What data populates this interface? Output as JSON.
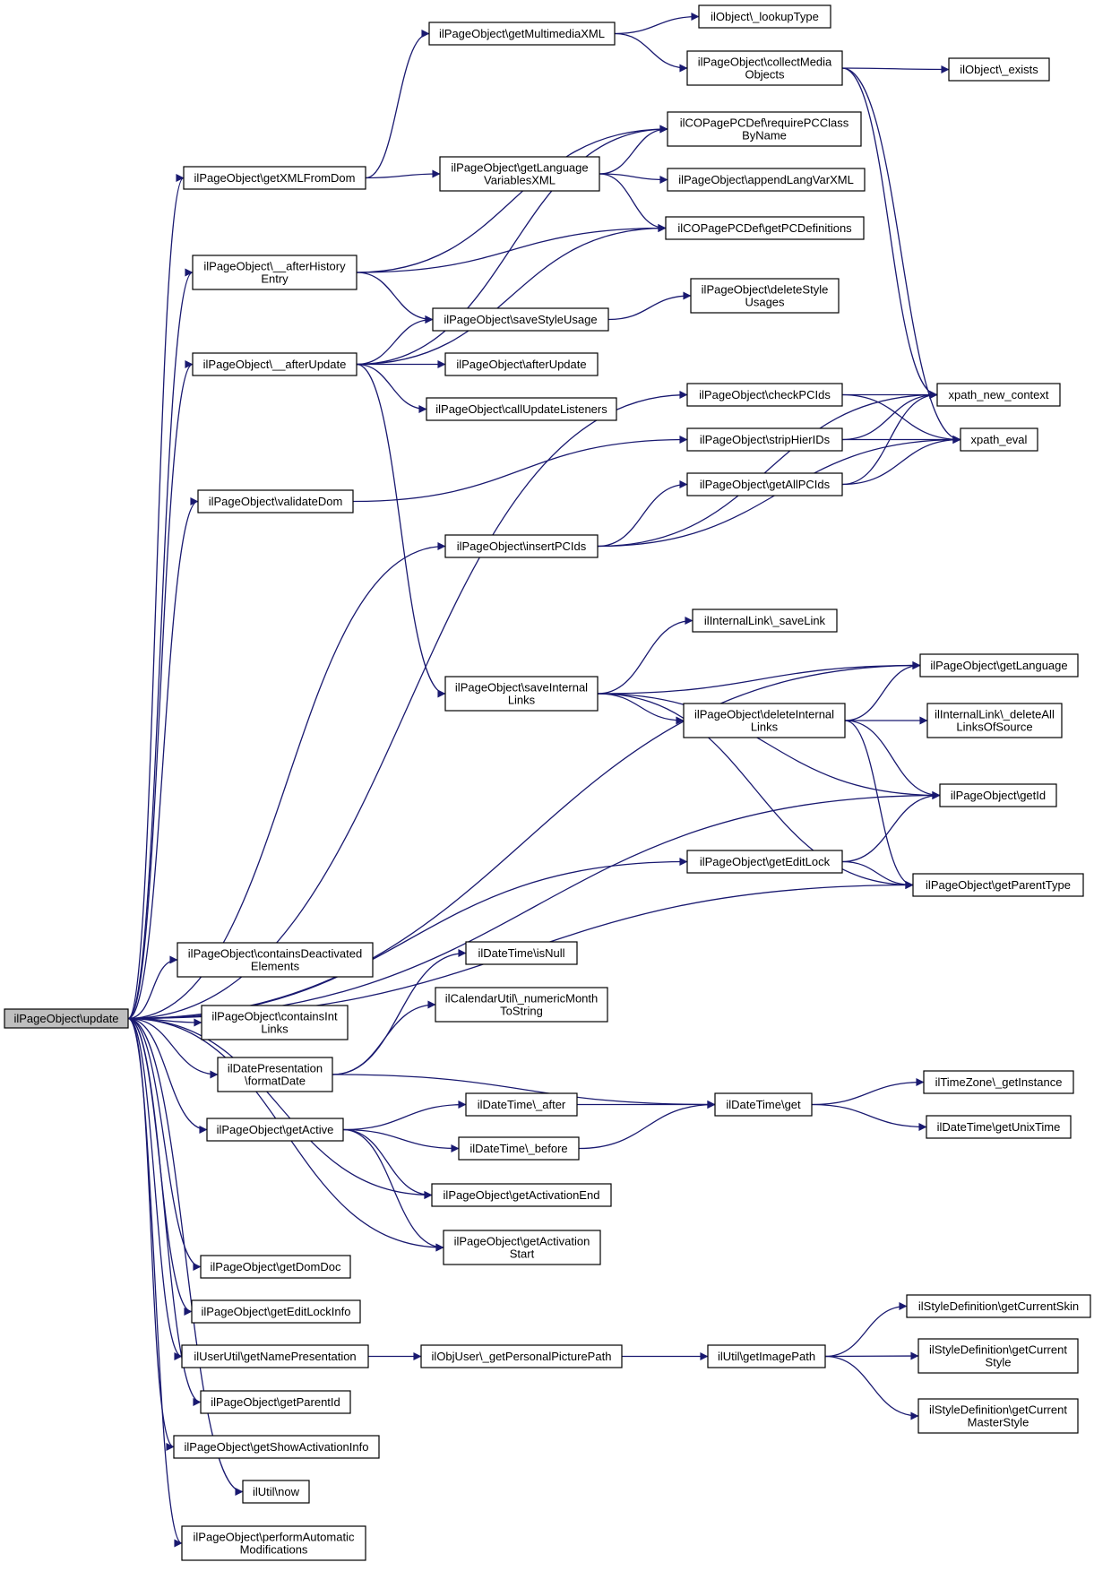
{
  "graph": {
    "root": "update",
    "edge_color": "#191970",
    "root_fill": "#bfbfbf",
    "nodes": [
      {
        "id": "update",
        "lines": [
          "ilPageObject\\update"
        ]
      },
      {
        "id": "getXMLFromDom",
        "lines": [
          "ilPageObject\\getXMLFromDom"
        ]
      },
      {
        "id": "afterHistoryEntry",
        "lines": [
          "ilPageObject\\__afterHistory",
          "Entry"
        ]
      },
      {
        "id": "__afterUpdate",
        "lines": [
          "ilPageObject\\__afterUpdate"
        ]
      },
      {
        "id": "validateDom",
        "lines": [
          "ilPageObject\\validateDom"
        ]
      },
      {
        "id": "getMultimediaXML",
        "lines": [
          "ilPageObject\\getMultimediaXML"
        ]
      },
      {
        "id": "getLanguageVariablesXML",
        "lines": [
          "ilPageObject\\getLanguage",
          "VariablesXML"
        ]
      },
      {
        "id": "saveStyleUsage",
        "lines": [
          "ilPageObject\\saveStyleUsage"
        ]
      },
      {
        "id": "afterUpdate",
        "lines": [
          "ilPageObject\\afterUpdate"
        ]
      },
      {
        "id": "callUpdateListeners",
        "lines": [
          "ilPageObject\\callUpdateListeners"
        ]
      },
      {
        "id": "insertPCIds",
        "lines": [
          "ilPageObject\\insertPCIds"
        ]
      },
      {
        "id": "saveInternalLinks",
        "lines": [
          "ilPageObject\\saveInternal",
          "Links"
        ]
      },
      {
        "id": "lookupType",
        "lines": [
          "ilObject\\_lookupType"
        ]
      },
      {
        "id": "collectMediaObjects",
        "lines": [
          "ilPageObject\\collectMedia",
          "Objects"
        ]
      },
      {
        "id": "requirePCClassByName",
        "lines": [
          "ilCOPagePCDef\\requirePCClass",
          "ByName"
        ]
      },
      {
        "id": "appendLangVarXML",
        "lines": [
          "ilPageObject\\appendLangVarXML"
        ]
      },
      {
        "id": "getPCDefinitions",
        "lines": [
          "ilCOPagePCDef\\getPCDefinitions"
        ]
      },
      {
        "id": "deleteStyleUsages",
        "lines": [
          "ilPageObject\\deleteStyle",
          "Usages"
        ]
      },
      {
        "id": "checkPCIds",
        "lines": [
          "ilPageObject\\checkPCIds"
        ]
      },
      {
        "id": "stripHierIDs",
        "lines": [
          "ilPageObject\\stripHierIDs"
        ]
      },
      {
        "id": "getAllPCIds",
        "lines": [
          "ilPageObject\\getAllPCIds"
        ]
      },
      {
        "id": "saveLink",
        "lines": [
          "ilInternalLink\\_saveLink"
        ]
      },
      {
        "id": "deleteInternalLinks",
        "lines": [
          "ilPageObject\\deleteInternal",
          "Links"
        ]
      },
      {
        "id": "getEditLock",
        "lines": [
          "ilPageObject\\getEditLock"
        ]
      },
      {
        "id": "objExists",
        "lines": [
          "ilObject\\_exists"
        ]
      },
      {
        "id": "xpathNewContext",
        "lines": [
          "xpath_new_context"
        ]
      },
      {
        "id": "xpathEval",
        "lines": [
          "xpath_eval"
        ]
      },
      {
        "id": "getLanguage",
        "lines": [
          "ilPageObject\\getLanguage"
        ]
      },
      {
        "id": "deleteAllLinksOfSource",
        "lines": [
          "ilInternalLink\\_deleteAll",
          "LinksOfSource"
        ]
      },
      {
        "id": "getId",
        "lines": [
          "ilPageObject\\getId"
        ]
      },
      {
        "id": "getParentType",
        "lines": [
          "ilPageObject\\getParentType"
        ]
      },
      {
        "id": "containsDeactivatedElements",
        "lines": [
          "ilPageObject\\containsDeactivated",
          "Elements"
        ]
      },
      {
        "id": "containsIntLinks",
        "lines": [
          "ilPageObject\\containsInt",
          "Links"
        ]
      },
      {
        "id": "formatDate",
        "lines": [
          "ilDatePresentation",
          "\\formatDate"
        ]
      },
      {
        "id": "getActive",
        "lines": [
          "ilPageObject\\getActive"
        ]
      },
      {
        "id": "getActivationEnd",
        "lines": [
          "ilPageObject\\getActivationEnd"
        ]
      },
      {
        "id": "getActivationStart",
        "lines": [
          "ilPageObject\\getActivation",
          "Start"
        ]
      },
      {
        "id": "getDomDoc",
        "lines": [
          "ilPageObject\\getDomDoc"
        ]
      },
      {
        "id": "getEditLockInfo",
        "lines": [
          "ilPageObject\\getEditLockInfo"
        ]
      },
      {
        "id": "getNamePresentation",
        "lines": [
          "ilUserUtil\\getNamePresentation"
        ]
      },
      {
        "id": "getParentId",
        "lines": [
          "ilPageObject\\getParentId"
        ]
      },
      {
        "id": "getShowActivationInfo",
        "lines": [
          "ilPageObject\\getShowActivationInfo"
        ]
      },
      {
        "id": "utilNow",
        "lines": [
          "ilUtil\\now"
        ]
      },
      {
        "id": "performAutomaticModifications",
        "lines": [
          "ilPageObject\\performAutomatic",
          "Modifications"
        ]
      },
      {
        "id": "isNull",
        "lines": [
          "ilDateTime\\isNull"
        ]
      },
      {
        "id": "numericMonthToString",
        "lines": [
          "ilCalendarUtil\\_numericMonth",
          "ToString"
        ]
      },
      {
        "id": "dtAfter",
        "lines": [
          "ilDateTime\\_after"
        ]
      },
      {
        "id": "dtBefore",
        "lines": [
          "ilDateTime\\_before"
        ]
      },
      {
        "id": "dtGet",
        "lines": [
          "ilDateTime\\get"
        ]
      },
      {
        "id": "getInstance",
        "lines": [
          "ilTimeZone\\_getInstance"
        ]
      },
      {
        "id": "getUnixTime",
        "lines": [
          "ilDateTime\\getUnixTime"
        ]
      },
      {
        "id": "getPersonalPicturePath",
        "lines": [
          "ilObjUser\\_getPersonalPicturePath"
        ]
      },
      {
        "id": "getImagePath",
        "lines": [
          "ilUtil\\getImagePath"
        ]
      },
      {
        "id": "getCurrentSkin",
        "lines": [
          "ilStyleDefinition\\getCurrentSkin"
        ]
      },
      {
        "id": "getCurrentStyle",
        "lines": [
          "ilStyleDefinition\\getCurrent",
          "Style"
        ]
      },
      {
        "id": "getCurrentMasterStyle",
        "lines": [
          "ilStyleDefinition\\getCurrent",
          "MasterStyle"
        ]
      }
    ],
    "edges": [
      [
        "update",
        "getXMLFromDom"
      ],
      [
        "update",
        "afterHistoryEntry"
      ],
      [
        "update",
        "__afterUpdate"
      ],
      [
        "update",
        "checkPCIds"
      ],
      [
        "update",
        "validateDom"
      ],
      [
        "update",
        "insertPCIds"
      ],
      [
        "update",
        "getLanguage"
      ],
      [
        "update",
        "getId"
      ],
      [
        "update",
        "getEditLock"
      ],
      [
        "update",
        "getParentType"
      ],
      [
        "update",
        "containsDeactivatedElements"
      ],
      [
        "update",
        "containsIntLinks"
      ],
      [
        "update",
        "formatDate"
      ],
      [
        "update",
        "getActive"
      ],
      [
        "update",
        "getActivationEnd"
      ],
      [
        "update",
        "getActivationStart"
      ],
      [
        "update",
        "getDomDoc"
      ],
      [
        "update",
        "getEditLockInfo"
      ],
      [
        "update",
        "getNamePresentation"
      ],
      [
        "update",
        "getParentId"
      ],
      [
        "update",
        "getShowActivationInfo"
      ],
      [
        "update",
        "utilNow"
      ],
      [
        "update",
        "performAutomaticModifications"
      ],
      [
        "getXMLFromDom",
        "getMultimediaXML"
      ],
      [
        "getXMLFromDom",
        "getLanguageVariablesXML"
      ],
      [
        "getMultimediaXML",
        "lookupType"
      ],
      [
        "getMultimediaXML",
        "collectMediaObjects"
      ],
      [
        "collectMediaObjects",
        "objExists"
      ],
      [
        "collectMediaObjects",
        "xpathNewContext"
      ],
      [
        "collectMediaObjects",
        "xpathEval"
      ],
      [
        "getLanguageVariablesXML",
        "requirePCClassByName"
      ],
      [
        "getLanguageVariablesXML",
        "appendLangVarXML"
      ],
      [
        "getLanguageVariablesXML",
        "getPCDefinitions"
      ],
      [
        "afterHistoryEntry",
        "requirePCClassByName"
      ],
      [
        "afterHistoryEntry",
        "getPCDefinitions"
      ],
      [
        "afterHistoryEntry",
        "saveStyleUsage"
      ],
      [
        "__afterUpdate",
        "requirePCClassByName"
      ],
      [
        "__afterUpdate",
        "getPCDefinitions"
      ],
      [
        "__afterUpdate",
        "saveStyleUsage"
      ],
      [
        "__afterUpdate",
        "afterUpdate"
      ],
      [
        "__afterUpdate",
        "callUpdateListeners"
      ],
      [
        "__afterUpdate",
        "saveInternalLinks"
      ],
      [
        "saveStyleUsage",
        "deleteStyleUsages"
      ],
      [
        "validateDom",
        "stripHierIDs"
      ],
      [
        "checkPCIds",
        "xpathNewContext"
      ],
      [
        "checkPCIds",
        "xpathEval"
      ],
      [
        "stripHierIDs",
        "xpathNewContext"
      ],
      [
        "stripHierIDs",
        "xpathEval"
      ],
      [
        "getAllPCIds",
        "xpathNewContext"
      ],
      [
        "getAllPCIds",
        "xpathEval"
      ],
      [
        "insertPCIds",
        "xpathNewContext"
      ],
      [
        "insertPCIds",
        "getAllPCIds"
      ],
      [
        "insertPCIds",
        "xpathEval"
      ],
      [
        "saveInternalLinks",
        "saveLink"
      ],
      [
        "saveInternalLinks",
        "getLanguage"
      ],
      [
        "saveInternalLinks",
        "deleteInternalLinks"
      ],
      [
        "saveInternalLinks",
        "getId"
      ],
      [
        "saveInternalLinks",
        "getParentType"
      ],
      [
        "deleteInternalLinks",
        "getLanguage"
      ],
      [
        "deleteInternalLinks",
        "deleteAllLinksOfSource"
      ],
      [
        "deleteInternalLinks",
        "getId"
      ],
      [
        "deleteInternalLinks",
        "getParentType"
      ],
      [
        "getEditLock",
        "getId"
      ],
      [
        "getEditLock",
        "getParentType"
      ],
      [
        "formatDate",
        "isNull"
      ],
      [
        "formatDate",
        "numericMonthToString"
      ],
      [
        "formatDate",
        "dtGet"
      ],
      [
        "getActive",
        "dtAfter"
      ],
      [
        "getActive",
        "dtBefore"
      ],
      [
        "getActive",
        "getActivationEnd"
      ],
      [
        "getActive",
        "getActivationStart"
      ],
      [
        "dtAfter",
        "dtGet"
      ],
      [
        "dtBefore",
        "dtGet"
      ],
      [
        "dtGet",
        "getInstance"
      ],
      [
        "dtGet",
        "getUnixTime"
      ],
      [
        "getNamePresentation",
        "getPersonalPicturePath"
      ],
      [
        "getPersonalPicturePath",
        "getImagePath"
      ],
      [
        "getImagePath",
        "getCurrentSkin"
      ],
      [
        "getImagePath",
        "getCurrentStyle"
      ],
      [
        "getImagePath",
        "getCurrentMasterStyle"
      ]
    ]
  }
}
